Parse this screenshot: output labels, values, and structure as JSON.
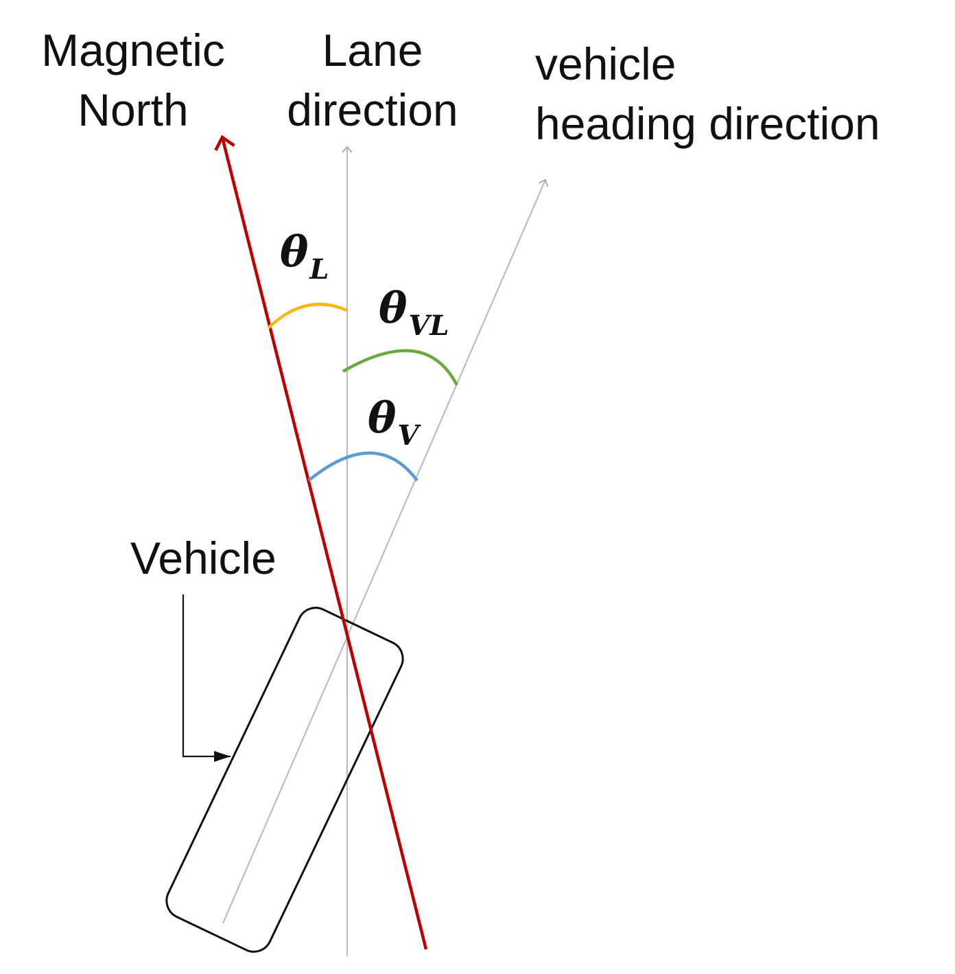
{
  "labels": {
    "magnetic_north": [
      "Magnetic",
      "North"
    ],
    "lane_direction": [
      "Lane",
      "direction"
    ],
    "vehicle_heading": [
      "vehicle",
      "heading direction"
    ],
    "vehicle": "Vehicle"
  },
  "angles": {
    "theta_l": {
      "symbol": "θ",
      "subscript": "L",
      "color": "#f5b81c"
    },
    "theta_vl": {
      "symbol": "θ",
      "subscript": "VL",
      "color": "#6aaa3c"
    },
    "theta_v": {
      "symbol": "θ",
      "subscript": "V",
      "color": "#5b9bd5"
    }
  },
  "colors": {
    "magnetic_north_line": "#c00000",
    "lane_line": "#b8b8b8",
    "heading_line": "#b8b8b8",
    "vehicle_outline": "#111111"
  }
}
